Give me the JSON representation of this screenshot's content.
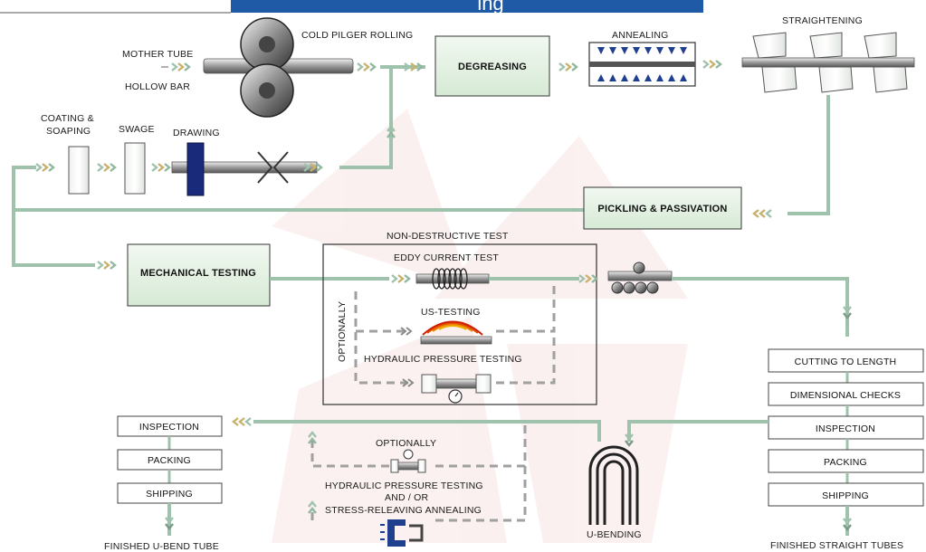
{
  "title": "ing",
  "colors": {
    "title_banner": "#1f5aa6",
    "flow_line": "#9fc2ad",
    "process_box": "#e4f2e3",
    "watermark": "#c0392b"
  },
  "labels": {
    "mother_tube": "MOTHER TUBE",
    "hollow_bar": "HOLLOW BAR",
    "cold_pilger_rolling": "COLD PILGER ROLLING",
    "annealing": "ANNEALING",
    "straightening": "STRAIGHTENING",
    "coating_soaping_line1": "COATING &",
    "coating_soaping_line2": "SOAPING",
    "swage": "SWAGE",
    "drawing": "DRAWING",
    "non_destructive_test": "NON-DESTRUCTIVE TEST",
    "eddy_current_test": "EDDY CURRENT TEST",
    "us_testing": "US-TESTING",
    "hydraulic_pressure_testing_ndt": "HYDRAULIC PRESSURE TESTING",
    "optionally_vertical": "OPTIONALLY",
    "optionally": "OPTIONALLY",
    "hydraulic_pressure_testing": "HYDRAULIC PRESSURE TESTING",
    "and_or": "AND / OR",
    "stress_releaving_annealing": "STRESS-RELEAVING ANNEALING",
    "u_bending": "U-BENDING",
    "finished_u_bend_tube": "FINISHED U-BEND TUBE",
    "finished_straight_tubes": "FINISHED STRAIGHT TUBES"
  },
  "process_boxes": {
    "degreasing": "DEGREASING",
    "pickling_passivation": "PICKLING & PASSIVATION",
    "mechanical_testing": "MECHANICAL TESTING"
  },
  "right_steps": [
    "CUTTING TO LENGTH",
    "DIMENSIONAL CHECKS",
    "INSPECTION",
    "PACKING",
    "SHIPPING"
  ],
  "left_steps": [
    "INSPECTION",
    "PACKING",
    "SHIPPING"
  ],
  "icons": {
    "flow_arrows": "chevron-right-icon",
    "rollers": "roller-icon",
    "gauge": "pressure-gauge-icon",
    "ubend": "u-bend-tube-icon",
    "coil": "eddy-coil-icon",
    "waves": "ultrasonic-wave-icon"
  }
}
